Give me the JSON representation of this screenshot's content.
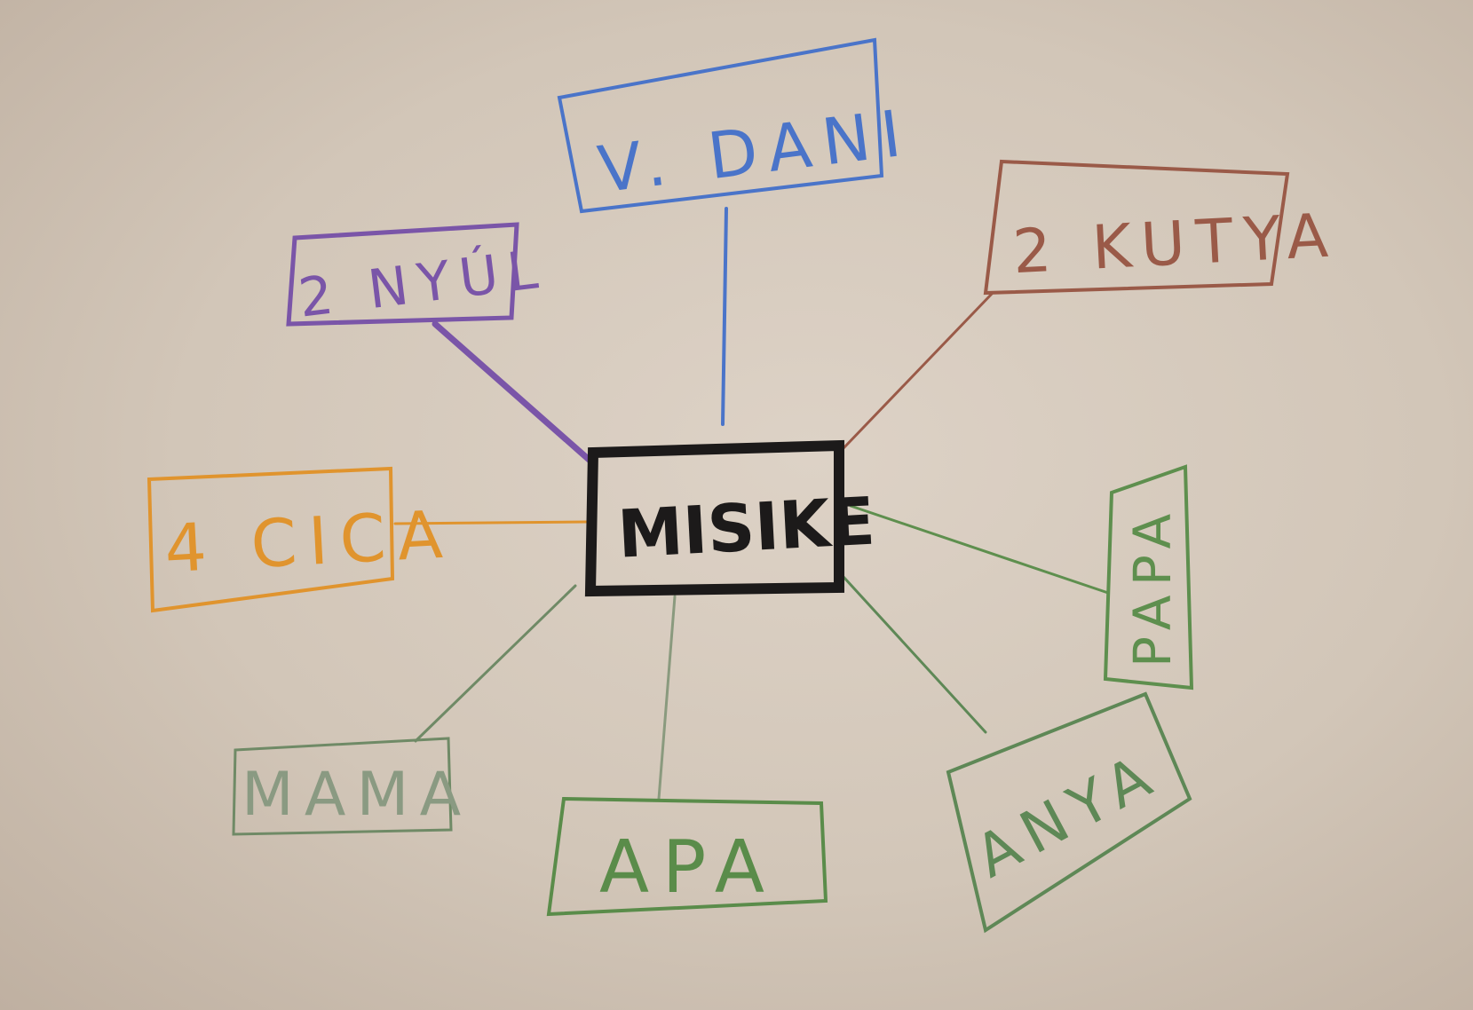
{
  "diagram": {
    "type": "mind-map",
    "center": {
      "label": "MISIKE",
      "color": "#1c1a1a"
    },
    "nodes": [
      {
        "id": "vdani",
        "label": "V. DANI",
        "color": "#4a74c9"
      },
      {
        "id": "kutya",
        "label": "2 KUTYA",
        "color": "#9a5a48"
      },
      {
        "id": "nyul",
        "label": "2 NYÚL",
        "color": "#7a55a8"
      },
      {
        "id": "cica",
        "label": "4 CICA",
        "color": "#e0942e"
      },
      {
        "id": "papa",
        "label": "PAPA",
        "color": "#5e8f4e"
      },
      {
        "id": "mama",
        "label": "MAMA",
        "color": "#6f8a66"
      },
      {
        "id": "apa",
        "label": "APA",
        "color": "#5a8c4a"
      },
      {
        "id": "anya",
        "label": "ANYA",
        "color": "#5e8856"
      }
    ]
  }
}
